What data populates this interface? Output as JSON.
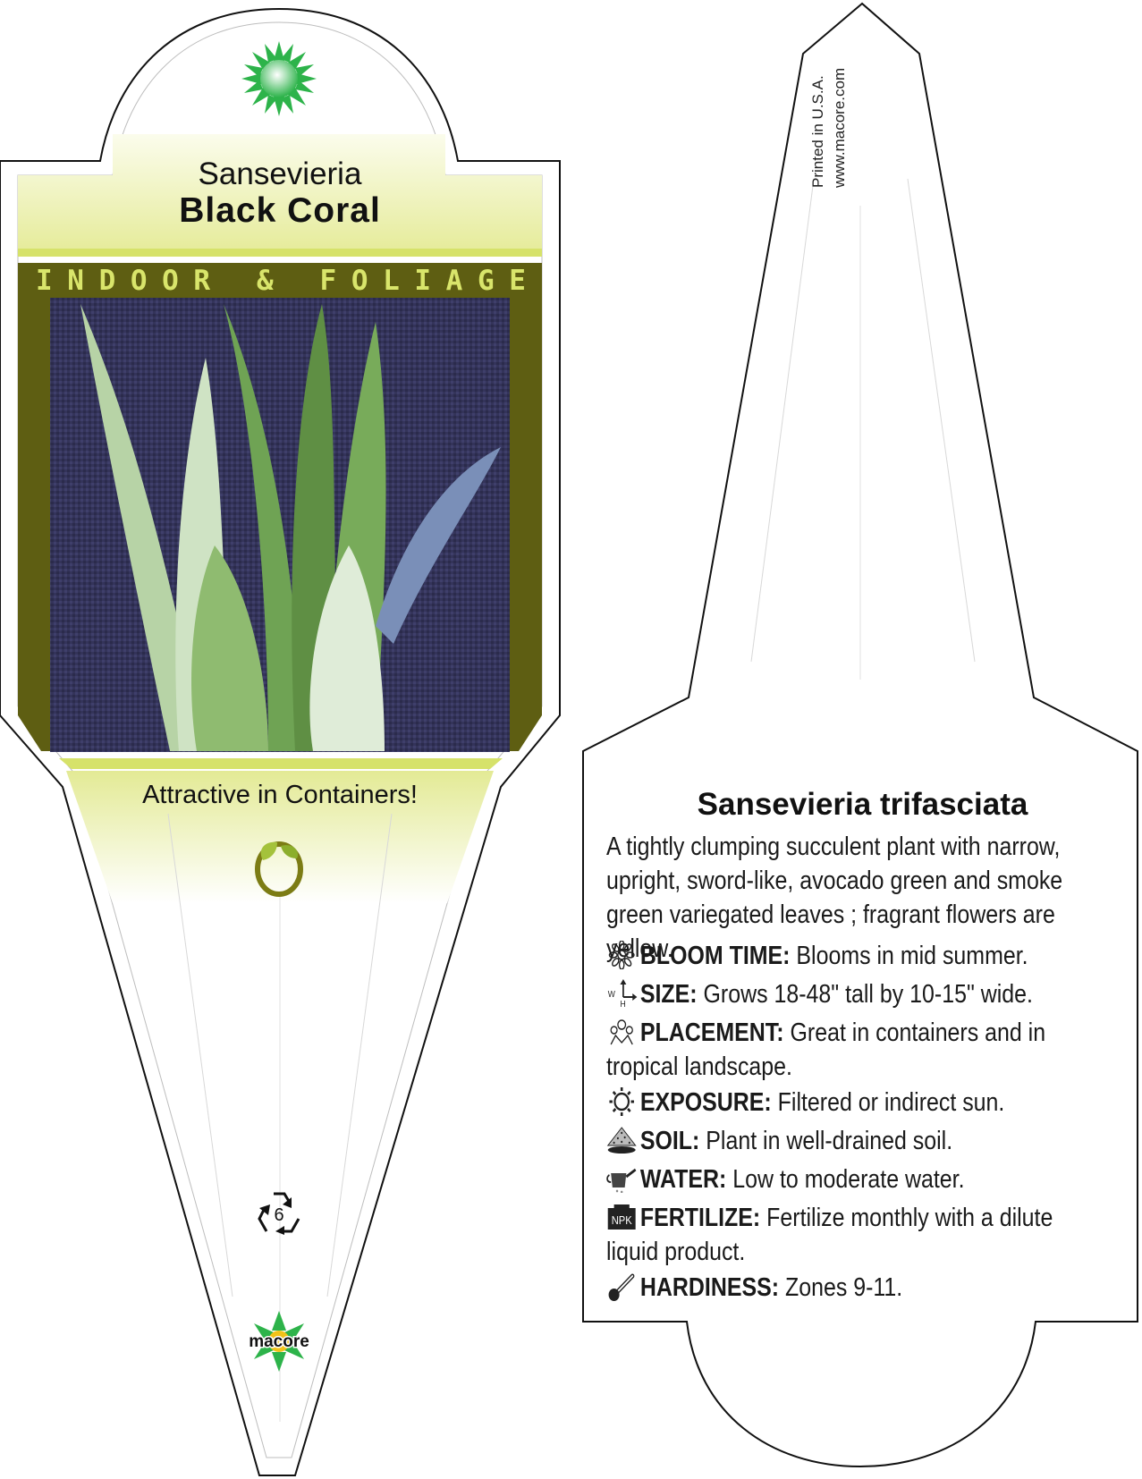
{
  "front": {
    "title_line1": "Sansevieria",
    "title_line2": "Black Coral",
    "category": "INDOOR & FOLIAGE",
    "tagline": "Attractive in Containers!",
    "recycle_code": "6",
    "brand": "macore"
  },
  "back": {
    "print_line1": "Printed in U.S.A.",
    "print_line2": "www.macore.com",
    "botanical_name": "Sansevieria trifasciata",
    "description": "A tightly clumping succulent plant with narrow, upright, sword-like, avocado green and smoke green variegated leaves ; fragrant flowers are yellow.",
    "care": [
      {
        "icon": "flower-icon",
        "label": "BLOOM TIME:",
        "text": "Blooms in mid summer."
      },
      {
        "icon": "size-arrows-icon",
        "label": "SIZE:",
        "text": "Grows 18-48\" tall by 10-15\" wide."
      },
      {
        "icon": "placement-flowers-icon",
        "label": "PLACEMENT:",
        "text": "Great in containers and in tropical landscape."
      },
      {
        "icon": "sun-icon",
        "label": "EXPOSURE:",
        "text": "Filtered or indirect sun."
      },
      {
        "icon": "soil-icon",
        "label": "SOIL:",
        "text": "Plant in well-drained soil."
      },
      {
        "icon": "watering-can-icon",
        "label": "WATER:",
        "text": "Low to moderate water."
      },
      {
        "icon": "npk-icon",
        "label": "FERTILIZE:",
        "text": "Fertilize monthly with a dilute liquid product."
      },
      {
        "icon": "thermometer-icon",
        "label": "HARDINESS:",
        "text": "Zones 9-11."
      }
    ],
    "size_icon_letters": [
      "W",
      "H"
    ],
    "npk_icon_text": "NPK"
  },
  "colors": {
    "frame_olive": "#5e5e12",
    "band_lime": "#d6e26a",
    "header_gradient_top": "#f2f5c9",
    "category_text": "#d9e56b",
    "logo_green": "#2db34a"
  }
}
